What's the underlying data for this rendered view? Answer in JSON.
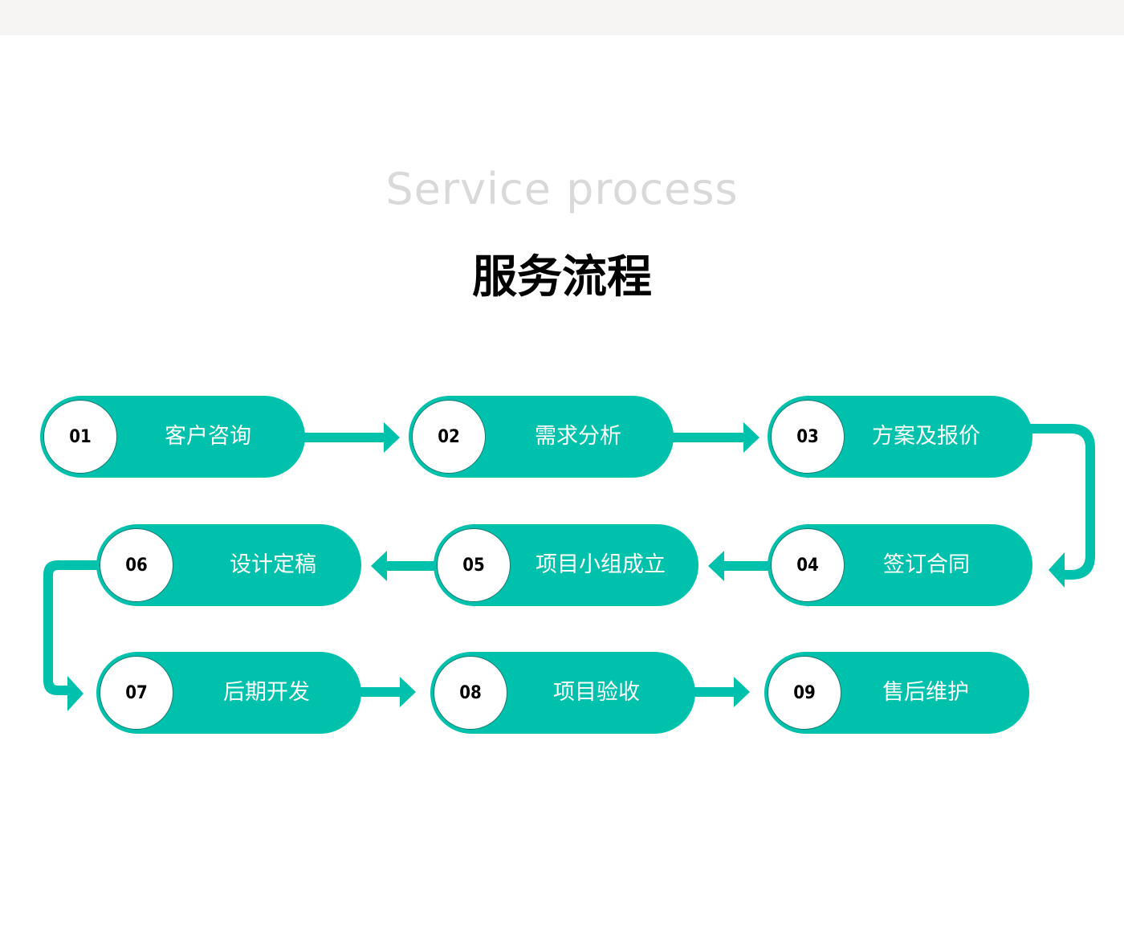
{
  "header": {
    "subtitle": "Service process",
    "title": "服务流程"
  },
  "colors": {
    "accent": "#00c1ab",
    "circle_border": "#157a6e",
    "subtitle": "#d9d9d9",
    "top_bar": "#f7f5f3"
  },
  "steps": [
    {
      "number": "01",
      "label": "客户咨询"
    },
    {
      "number": "02",
      "label": "需求分析"
    },
    {
      "number": "03",
      "label": "方案及报价"
    },
    {
      "number": "04",
      "label": "签订合同"
    },
    {
      "number": "05",
      "label": "项目小组成立"
    },
    {
      "number": "06",
      "label": "设计定稿"
    },
    {
      "number": "07",
      "label": "后期开发"
    },
    {
      "number": "08",
      "label": "项目验收"
    },
    {
      "number": "09",
      "label": "售后维护"
    }
  ]
}
